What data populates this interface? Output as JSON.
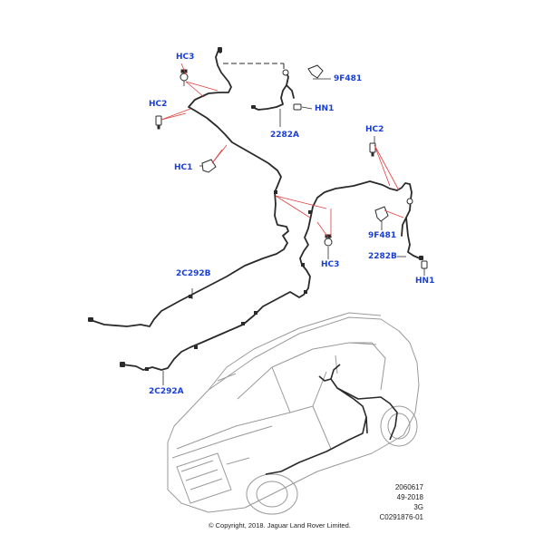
{
  "colors": {
    "label": "#1a3fd6",
    "pipe": "#2a2a2a",
    "leader": "#e04040",
    "car_outline": "#9a9a9a"
  },
  "labels": {
    "hc3_top": "HC3",
    "hc2_left": "HC2",
    "hc1": "HC1",
    "f9f481_top": "9F481",
    "hn1_top": "HN1",
    "a2282_top": "2282A",
    "hc2_right": "HC2",
    "hc3_mid": "HC3",
    "f9f481_right": "9F481",
    "b2282": "2282B",
    "hn1_right": "HN1",
    "c292b": "2C292B",
    "c292a": "2C292A"
  },
  "reference": {
    "line1": "2060617",
    "line2": "49-2018",
    "line3": "3G",
    "line4": "C0291876-01"
  },
  "copyright": "© Copyright, 2018. Jaguar Land Rover Limited."
}
